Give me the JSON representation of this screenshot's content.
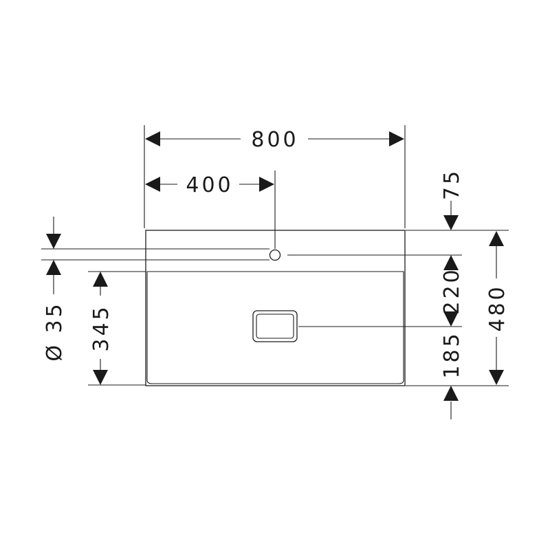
{
  "drawing": {
    "subject": "washbasin-top-view",
    "line_color": "#1a1a1a",
    "background": "#ffffff"
  },
  "dimensions": {
    "overall_width": "800",
    "tap_hole_offset": "400",
    "back_edge_to_tap_hole": "75",
    "tap_hole_to_drain": "220",
    "drain_to_front": "185",
    "overall_depth": "480",
    "tap_hole_diameter": "Ø 35",
    "bowl_depth": "345"
  }
}
